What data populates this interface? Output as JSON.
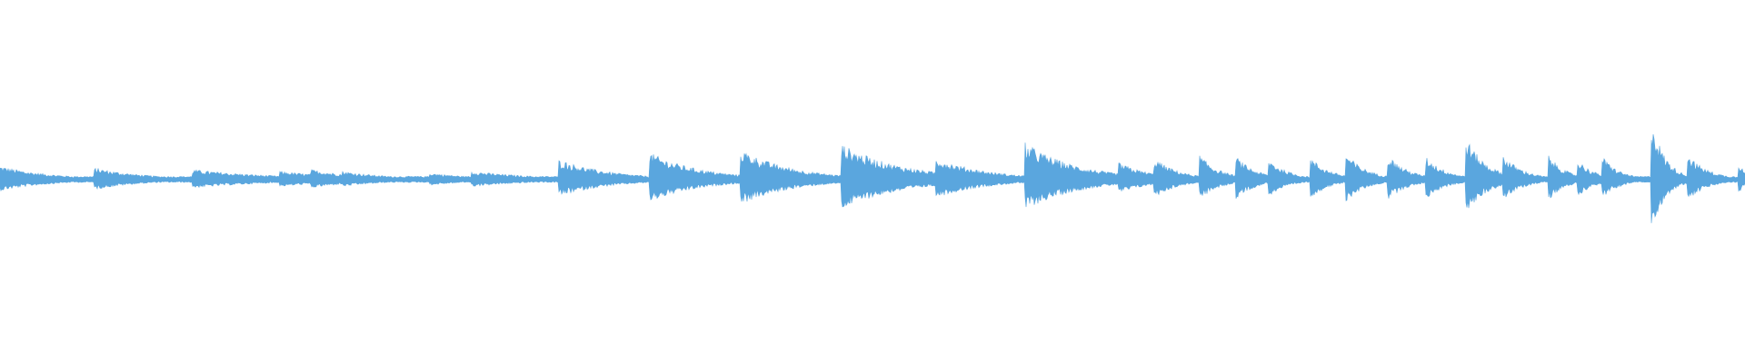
{
  "waveform": {
    "color": "#5aa6de",
    "background": "#ffffff",
    "baseline_amplitude": 0.02,
    "segments": [
      {
        "onset": 0.0,
        "peak": 0.08,
        "decay": 0.03
      },
      {
        "onset": 0.054,
        "peak": 0.07,
        "decay": 0.03
      },
      {
        "onset": 0.11,
        "peak": 0.06,
        "decay": 0.05
      },
      {
        "onset": 0.16,
        "peak": 0.05,
        "decay": 0.04
      },
      {
        "onset": 0.178,
        "peak": 0.06,
        "decay": 0.03
      },
      {
        "onset": 0.196,
        "peak": 0.05,
        "decay": 0.03
      },
      {
        "onset": 0.246,
        "peak": 0.04,
        "decay": 0.03
      },
      {
        "onset": 0.27,
        "peak": 0.05,
        "decay": 0.04
      },
      {
        "onset": 0.32,
        "peak": 0.12,
        "decay": 0.03
      },
      {
        "onset": 0.372,
        "peak": 0.16,
        "decay": 0.03
      },
      {
        "onset": 0.424,
        "peak": 0.18,
        "decay": 0.03
      },
      {
        "onset": 0.482,
        "peak": 0.21,
        "decay": 0.035
      },
      {
        "onset": 0.536,
        "peak": 0.13,
        "decay": 0.03
      },
      {
        "onset": 0.587,
        "peak": 0.22,
        "decay": 0.03
      },
      {
        "onset": 0.641,
        "peak": 0.1,
        "decay": 0.02
      },
      {
        "onset": 0.661,
        "peak": 0.13,
        "decay": 0.015
      },
      {
        "onset": 0.687,
        "peak": 0.15,
        "decay": 0.012
      },
      {
        "onset": 0.708,
        "peak": 0.14,
        "decay": 0.012
      },
      {
        "onset": 0.727,
        "peak": 0.12,
        "decay": 0.012
      },
      {
        "onset": 0.751,
        "peak": 0.13,
        "decay": 0.012
      },
      {
        "onset": 0.771,
        "peak": 0.16,
        "decay": 0.012
      },
      {
        "onset": 0.795,
        "peak": 0.15,
        "decay": 0.012
      },
      {
        "onset": 0.817,
        "peak": 0.14,
        "decay": 0.012
      },
      {
        "onset": 0.84,
        "peak": 0.25,
        "decay": 0.012
      },
      {
        "onset": 0.861,
        "peak": 0.15,
        "decay": 0.012
      },
      {
        "onset": 0.887,
        "peak": 0.15,
        "decay": 0.01
      },
      {
        "onset": 0.904,
        "peak": 0.12,
        "decay": 0.01
      },
      {
        "onset": 0.918,
        "peak": 0.14,
        "decay": 0.01
      },
      {
        "onset": 0.946,
        "peak": 0.38,
        "decay": 0.008
      },
      {
        "onset": 0.967,
        "peak": 0.15,
        "decay": 0.012
      },
      {
        "onset": 0.996,
        "peak": 0.12,
        "decay": 0.004
      }
    ]
  }
}
